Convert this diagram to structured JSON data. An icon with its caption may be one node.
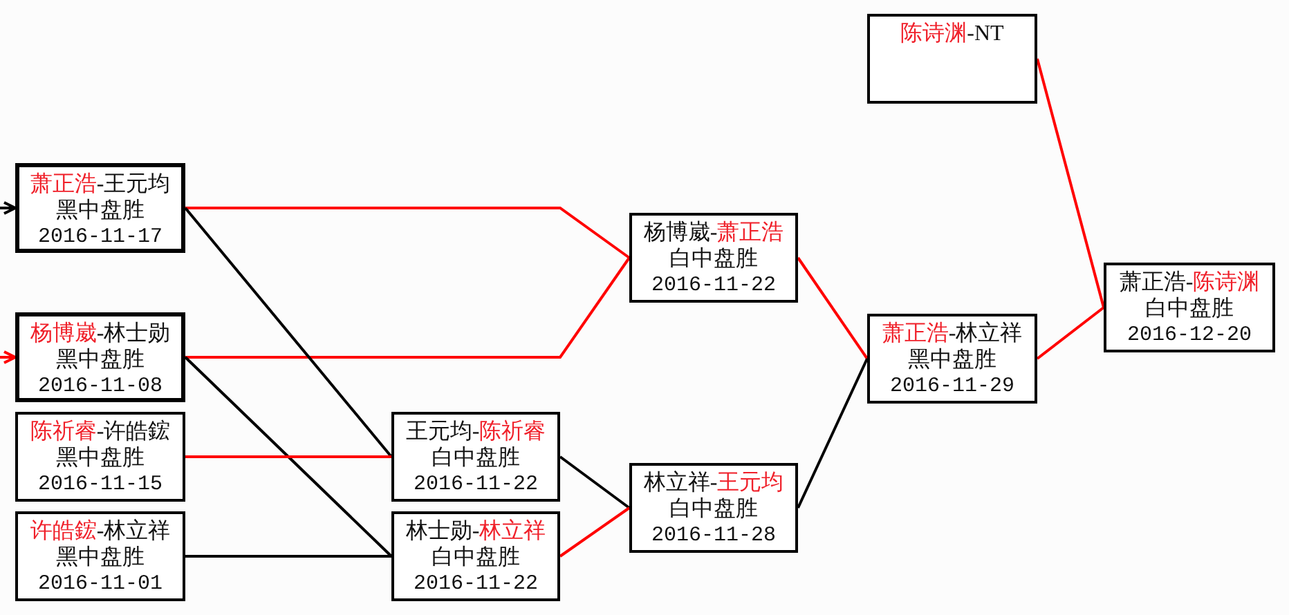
{
  "diagram": {
    "nodes": [
      {
        "text": [
          "萧正浩-王元均",
          "黑中盘胜",
          "2016-11-17"
        ]
      },
      {
        "text": [
          "杨博崴-林士勋",
          "黑中盘胜",
          "2016-11-08"
        ]
      },
      {
        "text": [
          "陈祈睿-许皓鋐",
          "黑中盘胜",
          "2016-11-15"
        ]
      },
      {
        "text": [
          "许皓鋐-林立祥",
          "黑中盘胜",
          "2016-11-01"
        ]
      },
      {
        "text": [
          "王元均-陈祈睿",
          "白中盘胜",
          "2016-11-22"
        ]
      },
      {
        "text": [
          "林士勋-林立祥",
          "白中盘胜",
          "2016-11-22"
        ]
      },
      {
        "text": [
          "杨博崴-萧正浩",
          "白中盘胜",
          "2016-11-22"
        ]
      },
      {
        "text": [
          "林立祥-王元均",
          "白中盘胜",
          "2016-11-28"
        ]
      },
      {
        "text": [
          "陈诗渊-NT"
        ]
      },
      {
        "text": [
          "萧正浩-林立祥",
          "黑中盘胜",
          "2016-11-29"
        ]
      },
      {
        "text": [
          "萧正浩-陈诗渊",
          "白中盘胜",
          "2016-12-20"
        ]
      }
    ],
    "edges": [
      {
        "from": null,
        "to": 0,
        "arrow": "to",
        "color": "#000000"
      },
      {
        "from": null,
        "to": 1,
        "arrow": "to"
      },
      {
        "from": 0,
        "to": 6,
        "arrow": "none"
      },
      {
        "from": 1,
        "to": 6,
        "arrow": "none"
      },
      {
        "from": 0,
        "to": 4,
        "arrow": "none",
        "color": "#000000"
      },
      {
        "from": 1,
        "to": 5,
        "arrow": "none",
        "color": "#000000"
      },
      {
        "from": 2,
        "to": 4,
        "arrow": "none"
      },
      {
        "from": 3,
        "to": 5,
        "arrow": "none",
        "color": "#000000"
      },
      {
        "from": 4,
        "to": 7,
        "arrow": "none",
        "color": "#000000"
      },
      {
        "from": 5,
        "to": 7,
        "arrow": "none"
      },
      {
        "from": 6,
        "to": 9,
        "arrow": "none"
      },
      {
        "from": 7,
        "to": 9,
        "arrow": "none",
        "color": "#000000"
      },
      {
        "from": 9,
        "to": 10,
        "arrow": "none"
      },
      {
        "from": 8,
        "to": 10,
        "arrow": "none"
      }
    ]
  }
}
